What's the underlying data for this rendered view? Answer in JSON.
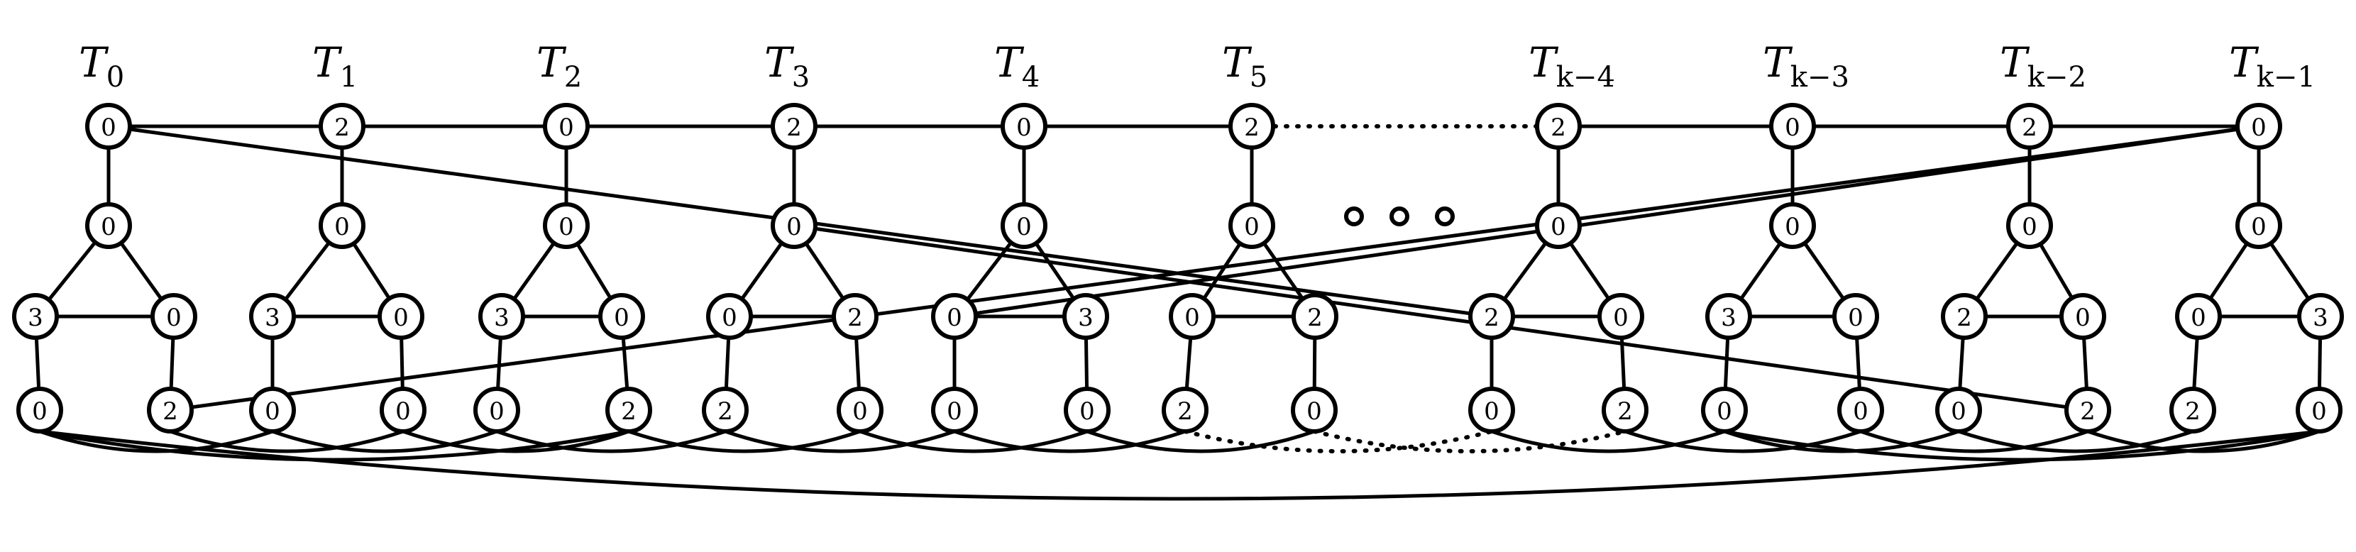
{
  "gadgets": [
    {
      "label": "T",
      "sub": "0",
      "node_values": [
        "0",
        "0",
        "3",
        "0",
        "0",
        "2"
      ]
    },
    {
      "label": "T",
      "sub": "1",
      "node_values": [
        "2",
        "0",
        "3",
        "0",
        "0",
        "0"
      ]
    },
    {
      "label": "T",
      "sub": "2",
      "node_values": [
        "0",
        "0",
        "3",
        "0",
        "0",
        "2"
      ]
    },
    {
      "label": "T",
      "sub": "3",
      "node_values": [
        "2",
        "0",
        "0",
        "2",
        "2",
        "0"
      ]
    },
    {
      "label": "T",
      "sub": "4",
      "node_values": [
        "0",
        "0",
        "0",
        "3",
        "0",
        "0"
      ]
    },
    {
      "label": "T",
      "sub": "5",
      "node_values": [
        "2",
        "0",
        "0",
        "2",
        "2",
        "0"
      ]
    },
    {
      "label": "T",
      "sub": "k−4",
      "node_values": [
        "2",
        "0",
        "2",
        "0",
        "0",
        "2"
      ]
    },
    {
      "label": "T",
      "sub": "k−3",
      "node_values": [
        "0",
        "0",
        "3",
        "0",
        "0",
        "0"
      ]
    },
    {
      "label": "T",
      "sub": "k−2",
      "node_values": [
        "2",
        "0",
        "2",
        "0",
        "0",
        "2"
      ]
    },
    {
      "label": "T",
      "sub": "k−1",
      "node_values": [
        "0",
        "0",
        "0",
        "3",
        "2",
        "0"
      ]
    }
  ]
}
